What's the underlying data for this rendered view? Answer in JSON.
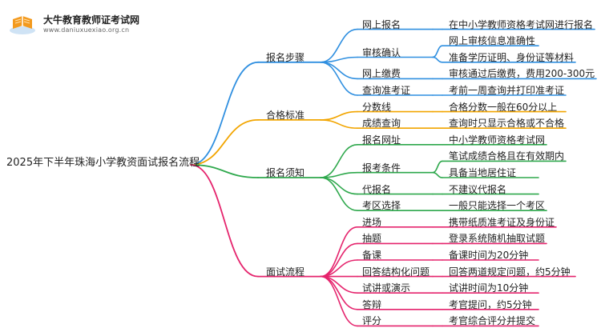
{
  "logo": {
    "title": "大牛教育教师证考试网",
    "url": "www.daniuxuexiao.org.cn"
  },
  "mindmap": {
    "root": "2025年下半年珠海小学教资面试报名流程",
    "branches": [
      {
        "label": "报名步骤",
        "color": "#2f8fe0",
        "children": [
          {
            "label": "网上报名",
            "leaves": [
              "在中小学教师资格考试网进行报名"
            ]
          },
          {
            "label": "审核确认",
            "leaves": [
              "网上审核信息准确性",
              "准备学历证明、身份证等材料"
            ]
          },
          {
            "label": "网上缴费",
            "leaves": [
              "审核通过后缴费，费用200-300元"
            ]
          },
          {
            "label": "查询准考证",
            "leaves": [
              "考前一周查询并打印准考证"
            ]
          }
        ]
      },
      {
        "label": "合格标准",
        "color": "#f2a500",
        "children": [
          {
            "label": "分数线",
            "leaves": [
              "合格分数一般在60分以上"
            ]
          },
          {
            "label": "成绩查询",
            "leaves": [
              "查询时只显示合格或不合格"
            ]
          }
        ]
      },
      {
        "label": "报名须知",
        "color": "#2ea84c",
        "children": [
          {
            "label": "报名网址",
            "leaves": [
              "中小学教师资格考试网"
            ]
          },
          {
            "label": "报考条件",
            "leaves": [
              "笔试成绩合格且在有效期内",
              "具备当地居住证"
            ]
          },
          {
            "label": "代报名",
            "leaves": [
              "不建议代报名"
            ]
          },
          {
            "label": "考区选择",
            "leaves": [
              "一般只能选择一个考区"
            ]
          }
        ]
      },
      {
        "label": "面试流程",
        "color": "#e5246d",
        "children": [
          {
            "label": "进场",
            "leaves": [
              "携带纸质准考证及身份证"
            ]
          },
          {
            "label": "抽题",
            "leaves": [
              "登录系统随机抽取试题"
            ]
          },
          {
            "label": "备课",
            "leaves": [
              "备课时间为20分钟"
            ]
          },
          {
            "label": "回答结构化问题",
            "leaves": [
              "回答两道规定问题，约5分钟"
            ]
          },
          {
            "label": "试讲或演示",
            "leaves": [
              "试讲时间为10分钟"
            ]
          },
          {
            "label": "答辩",
            "leaves": [
              "考官提问，约5分钟"
            ]
          },
          {
            "label": "评分",
            "leaves": [
              "考官综合评分并提交"
            ]
          }
        ]
      }
    ]
  }
}
